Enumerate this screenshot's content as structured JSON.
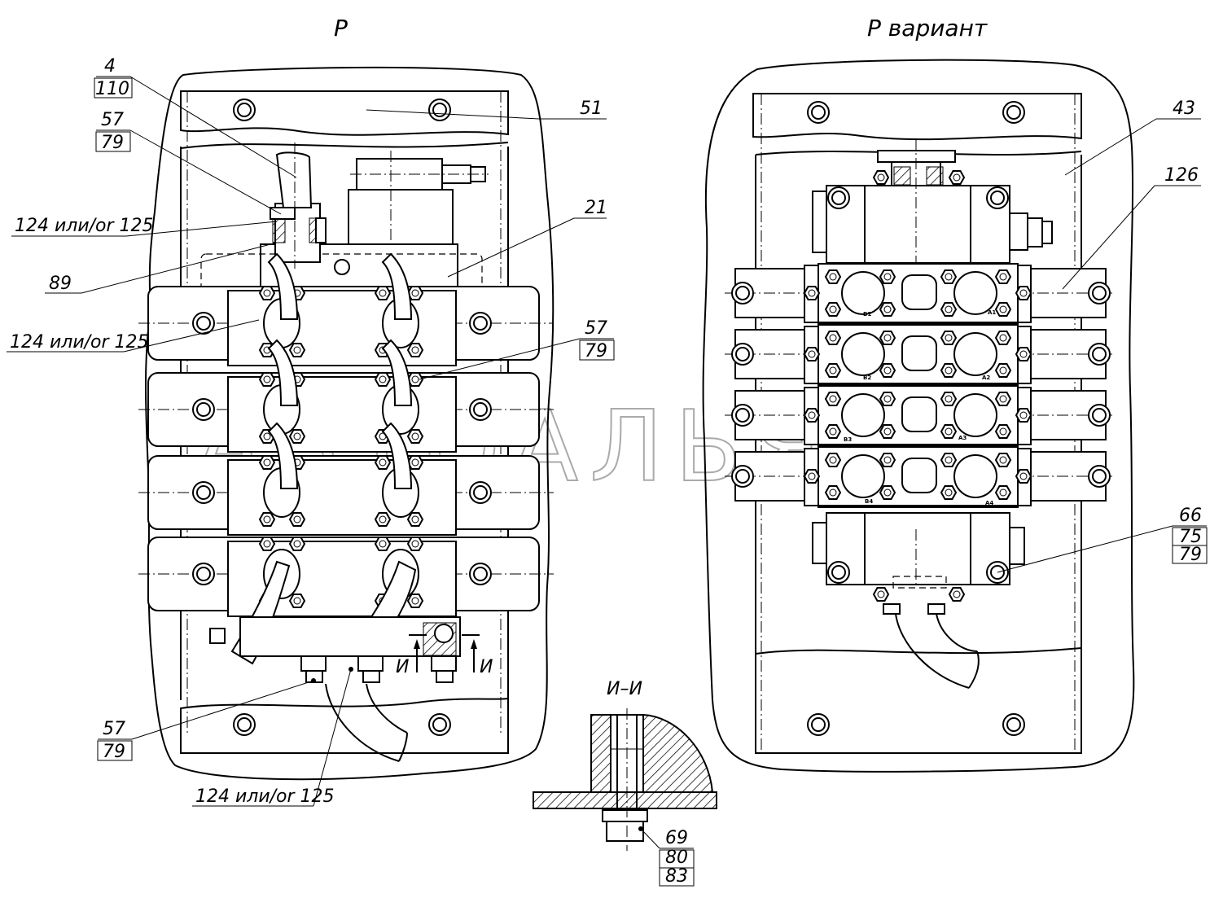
{
  "titles": {
    "left_view": "Р",
    "right_view": "Р вариант",
    "section_view": "И–И"
  },
  "section_marks": {
    "left": "И",
    "right": "И"
  },
  "watermark": "АВТОАЛЬЯНС",
  "callouts_left": {
    "c4_110": [
      "4",
      "110"
    ],
    "c57_79_top": [
      "57",
      "79"
    ],
    "c124_a": "124 или/or 125",
    "c89": "89",
    "c124_b": "124 или/or 125",
    "c51": "51",
    "c21": "21",
    "c57_79_mid": [
      "57",
      "79"
    ],
    "c57_79_bot": [
      "57",
      "79"
    ],
    "c124_c": "124 или/or 125"
  },
  "callouts_right": {
    "c43": "43",
    "c126": "126",
    "c66_75_79": [
      "66",
      "75",
      "79"
    ]
  },
  "callouts_section": {
    "c69_80_83": [
      "69",
      "80",
      "83"
    ]
  },
  "port_labels": {
    "b1": "B1",
    "a1": "A1",
    "b2": "B2",
    "a2": "A2",
    "b3": "B3",
    "a3": "A3",
    "b4": "B4",
    "a4": "A4"
  }
}
